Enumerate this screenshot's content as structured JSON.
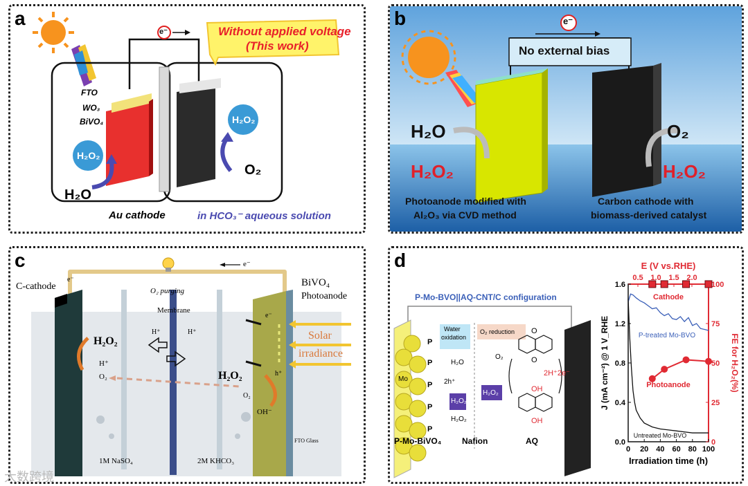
{
  "panel_a": {
    "label": "a",
    "callout_line1": "Without applied voltage",
    "callout_line2": "(This work)",
    "electron": "e⁻",
    "fto": "FTO",
    "wo3": "WO₃",
    "bivo4": "BiVO₄",
    "h2o2_left": "H₂O₂",
    "h2o_left": "H₂O",
    "h2o2_right": "H₂O₂",
    "o2_right": "O₂",
    "au_cathode": "Au cathode",
    "solution": "in HCO₃⁻ aqueous solution",
    "colors": {
      "callout_text": "#e8202a",
      "callout_bg": "#fff36a",
      "solution_text": "#4a4ab0",
      "drop": "#3a9ad6"
    }
  },
  "panel_b": {
    "label": "b",
    "electron": "e⁻",
    "bias": "No external bias",
    "h2o": "H₂O",
    "h2o2_left": "H₂O₂",
    "o2": "O₂",
    "h2o2_right": "H₂O₂",
    "caption_left_1": "Photoanode modified with",
    "caption_left_2": "Al₂O₃ via CVD method",
    "caption_right_1": "Carbon cathode with",
    "caption_right_2": "biomass-derived catalyst",
    "colors": {
      "h2o2": "#e0202a",
      "sky": "#8fc4ea",
      "sea": "#2f7fc6"
    }
  },
  "panel_c": {
    "label": "c",
    "c_cathode": "C-cathode",
    "e_left": "e⁻",
    "e_top": "e⁻",
    "o2_purging": "O₂ purging",
    "membrane": "Membrane",
    "bivo4": "BiVO₄",
    "photoanode": "Photoanode",
    "solar_1": "Solar",
    "solar_2": "irradiance",
    "h2o2_left": "H₂O₂",
    "h_plus_left": "H⁺",
    "o2_left": "O₂",
    "h_plus_mid_left": "H⁺",
    "h_plus_mid_right": "H⁺",
    "h2o2_right": "H₂O₂",
    "o2_right": "O₂",
    "h_plus_hole": "h⁺",
    "e_minus_band": "e⁻",
    "oh_minus": "OH⁻",
    "fto_glass": "FTO Glass",
    "naso4": "1M NaSO₄",
    "khco3": "2M KHCO₃"
  },
  "panel_d": {
    "label": "d",
    "config_title": "P-Mo-BVO||AQ-CNT/C configuration",
    "water_oxidation_1": "Water",
    "water_oxidation_2": "oxidation",
    "o2_reduction": "O₂ reduction",
    "p": "P",
    "mo": "Mo",
    "h2o": "H₂O",
    "two_h": "2h⁺",
    "h2o2_box1": "H₂O₂",
    "h2o2_bottom": "H₂O₂",
    "o2": "O₂",
    "h2o2_box2": "H₂O₂",
    "two_h_two_e": "2H⁺2e⁻",
    "oh": "OH",
    "o": "O",
    "bottom_left": "P-Mo-BiVO₄",
    "bottom_mid": "Nafion",
    "bottom_right": "AQ"
  },
  "chart_data": {
    "type": "line",
    "top_axis_label": "E (V vs.RHE)",
    "top_ticks": [
      "0.5",
      "1.0",
      "1.5",
      "2.0"
    ],
    "xlabel": "Irradiation time (h)",
    "x_ticks": [
      0,
      20,
      40,
      60,
      80,
      100
    ],
    "xlim": [
      0,
      100
    ],
    "ylabel_left": "J (mA cm⁻²) @ 1 V_RHE",
    "y_left_ticks": [
      "0.0",
      "0.4",
      "0.8",
      "1.2",
      "1.6"
    ],
    "ylim_left": [
      0,
      1.6
    ],
    "ylabel_right": "FE for H₂O₂(%)",
    "y_right_ticks": [
      0,
      25,
      50,
      75,
      100
    ],
    "ylim_right": [
      0,
      100
    ],
    "series": [
      {
        "name": "P-treated Mo-BVO",
        "axis": "left",
        "color": "#3a5fb8",
        "x": [
          0,
          3,
          6,
          10,
          15,
          20,
          25,
          30,
          35,
          40,
          45,
          50,
          55,
          60,
          65,
          70,
          75,
          80,
          85,
          90,
          95,
          100
        ],
        "y": [
          1.42,
          1.5,
          1.49,
          1.46,
          1.43,
          1.41,
          1.38,
          1.35,
          1.36,
          1.31,
          1.28,
          1.3,
          1.25,
          1.24,
          1.27,
          1.22,
          1.26,
          1.18,
          1.2,
          1.15,
          1.14,
          1.13
        ]
      },
      {
        "name": "Untreated Mo-BVO",
        "axis": "left",
        "color": "#111111",
        "x": [
          0,
          2,
          4,
          6,
          8,
          10,
          15,
          20,
          30,
          40,
          50,
          60,
          70,
          80,
          90,
          100
        ],
        "y": [
          1.45,
          1.05,
          0.75,
          0.52,
          0.4,
          0.32,
          0.24,
          0.19,
          0.15,
          0.13,
          0.12,
          0.11,
          0.1,
          0.09,
          0.09,
          0.09
        ]
      },
      {
        "name": "Photoanode",
        "axis": "right",
        "color": "#e02a33",
        "marker": "circle",
        "x": [
          30,
          45,
          72,
          100
        ],
        "y": [
          40,
          46,
          52,
          51
        ]
      },
      {
        "name": "Cathode",
        "axis": "right",
        "color": "#e02a33",
        "marker": "square",
        "x": [
          30,
          45,
          72,
          100
        ],
        "y": [
          100,
          100,
          100,
          100
        ]
      }
    ]
  },
  "watermark": "大数跨境"
}
